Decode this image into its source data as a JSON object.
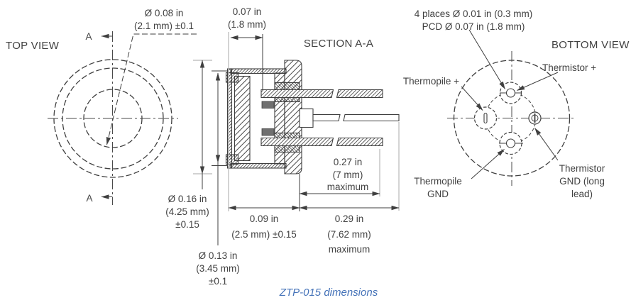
{
  "caption": "ZTP-015 dimensions",
  "views": {
    "top": {
      "title": "TOP VIEW"
    },
    "section": {
      "title": "SECTION A-A"
    },
    "bottom": {
      "title": "BOTTOM VIEW"
    }
  },
  "section_marker": "A",
  "dims": {
    "aperture": {
      "l1": "Ø 0.08 in",
      "l2": "(2.1 mm) ±0.1"
    },
    "window": {
      "l1": "0.07 in",
      "l2": "(1.8 mm)"
    },
    "outer_dia": {
      "l1": "Ø 0.16 in",
      "l2": "(4.25 mm)",
      "l3": "±0.15"
    },
    "inner_dia": {
      "l1": "Ø 0.13 in",
      "l2": "(3.45 mm)",
      "l3": "±0.1"
    },
    "can_depth": {
      "l1": "0.09 in",
      "l2": "(2.5 mm) ±0.15"
    },
    "lead_short": {
      "l1": "0.27 in",
      "l2": "(7 mm)",
      "l3": "maximum"
    },
    "lead_long": {
      "l1": "0.29 in",
      "l2": "(7.62 mm)",
      "l3": "maximum"
    },
    "holes": {
      "l1": "4 places Ø 0.01 in (0.3 mm)",
      "l2": "PCD Ø 0.07 in (1.8 mm)"
    }
  },
  "pin_labels": {
    "thermopile_plus": "Thermopile +",
    "thermistor_plus": "Thermistor +",
    "thermopile_gnd": {
      "l1": "Thermopile",
      "l2": "GND"
    },
    "thermistor_gnd": {
      "l1": "Thermistor",
      "l2": "GND (long",
      "l3": "lead)"
    }
  },
  "colors": {
    "line": "#3f3f3f",
    "extension": "#b6b6b6",
    "text": "#414141",
    "caption_blue": "#4472b8"
  }
}
